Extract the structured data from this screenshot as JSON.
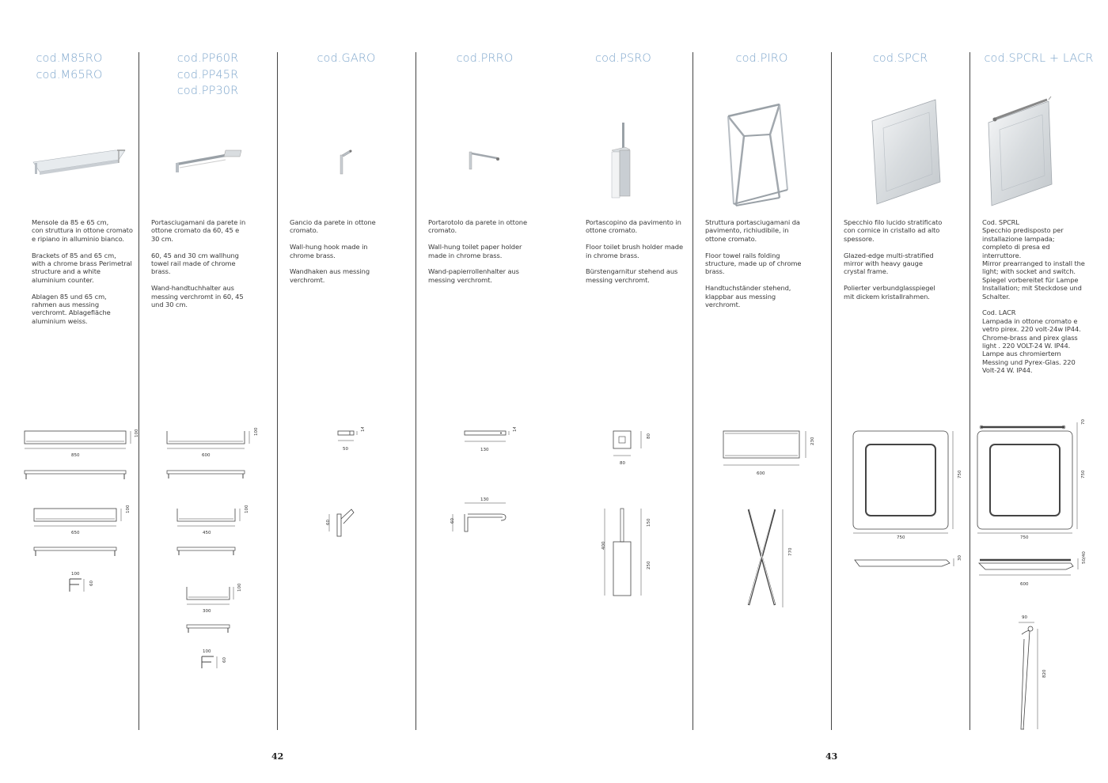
{
  "columns": [
    {
      "codes": [
        "cod.M85RO",
        "cod.M65RO"
      ],
      "paragraphs": [
        "Mensole da 85 e 65 cm,\ncon struttura in ottone cromato\ne ripiano in alluminio bianco.",
        "Brackets of 85 and 65 cm,\nwith a chrome brass Perimetral\nstructure and a white\naluminium counter.",
        "Ablagen 85 und 65 cm,\nrahmen aus messing\nverchromt. Ablagefläche\naluminium weiss."
      ],
      "dims": {
        "w1": "850",
        "h1": "100",
        "w2": "650",
        "h2": "100",
        "dw": "100",
        "dh": "60"
      }
    },
    {
      "codes": [
        "cod.PP60R",
        "cod.PP45R",
        "cod.PP30R"
      ],
      "paragraphs": [
        "Portasciugamani da parete in\nottone cromato da 60, 45 e\n30 cm.",
        "60, 45 and 30 cm wallhung\ntowel rail made of chrome\nbrass.",
        "Wand-handtuchhalter aus\nmessing verchromt in 60, 45\nund 30 cm."
      ],
      "dims": {
        "w1": "600",
        "h1": "100",
        "w2": "450",
        "h2": "100",
        "w3": "300",
        "h3": "100",
        "dw": "100",
        "dh": "60"
      }
    },
    {
      "codes": [
        "cod.GARO"
      ],
      "paragraphs": [
        "Gancio da parete in ottone\ncromato.",
        "Wall-hung hook made in\nchrome brass.",
        "Wandhaken aus messing\nverchromt."
      ],
      "dims": {
        "w": "50",
        "h": "14",
        "side": "60"
      }
    },
    {
      "codes": [
        "cod.PRRO"
      ],
      "paragraphs": [
        "Portarotolo da parete in ottone\ncromato.",
        "Wall-hung toilet paper holder\nmade in chrome brass.",
        "Wand-papierrollenhalter aus\nmessing verchromt."
      ],
      "dims": {
        "w": "130",
        "h": "14",
        "w2": "130",
        "side": "60"
      }
    },
    {
      "codes": [
        "cod.PSRO"
      ],
      "paragraphs": [
        "Portascopino da pavimento in\nottone cromato.",
        "Floor toilet brush holder made\nin chrome brass.",
        "Bürstengarnitur stehend aus\nmessing verchromt."
      ],
      "dims": {
        "w": "80",
        "h": "80",
        "total": "400",
        "top": "150",
        "bottom": "250"
      }
    },
    {
      "codes": [
        "cod.PIRO"
      ],
      "paragraphs": [
        "Struttura portasciugamani da\npavimento, richiudibile, in\nottone cromato.",
        "Floor towel rails folding\nstructure, made up of chrome\nbrass.",
        "Handtuchständer stehend,\nklappbar aus messing\nverchromt."
      ],
      "dims": {
        "w": "600",
        "h": "230",
        "tall": "770"
      }
    },
    {
      "codes": [
        "cod.SPCR"
      ],
      "paragraphs": [
        "Specchio filo lucido stratificato\ncon cornice in cristallo ad alto\nspessore.",
        "Glazed-edge multi-stratified\nmirror with heavy gauge\ncrystal frame.",
        "Polierter verbundglasspiegel\nmit dickem kristallrahmen."
      ],
      "dims": {
        "w": "750",
        "h": "750",
        "d": "30"
      }
    },
    {
      "codes": [
        "cod.SPCRL + LACR"
      ],
      "paragraphs": [
        "Cod. SPCRL\nSpecchio predisposto per\ninstallazione lampada;\ncompleto di presa ed\ninterruttore.\nMirror prearranged to install the\nlight; with socket and switch.\nSpiegel vorbereitet für Lampe\nInstallation; mit Steckdose und\nSchalter.",
        "Cod. LACR\nLampada in ottone cromato e\nvetro pirex. 220 volt-24w IP44.\nChrome-brass and pirex glass\nlight . 220 VOLT-24 W. IP44.\nLampe aus chromiertem\nMessing und Pyrex-Glas. 220\nVolt-24 W. IP44."
      ],
      "dims": {
        "w": "750",
        "h": "750",
        "top": "70",
        "lw": "600",
        "ld": "50/40",
        "sw": "90",
        "sh": "820"
      }
    }
  ],
  "page_numbers": {
    "left": "42",
    "right": "43"
  },
  "colors": {
    "code_text": "#7ea6cc",
    "divider": "#444444",
    "body_text": "#3a3a3a"
  }
}
